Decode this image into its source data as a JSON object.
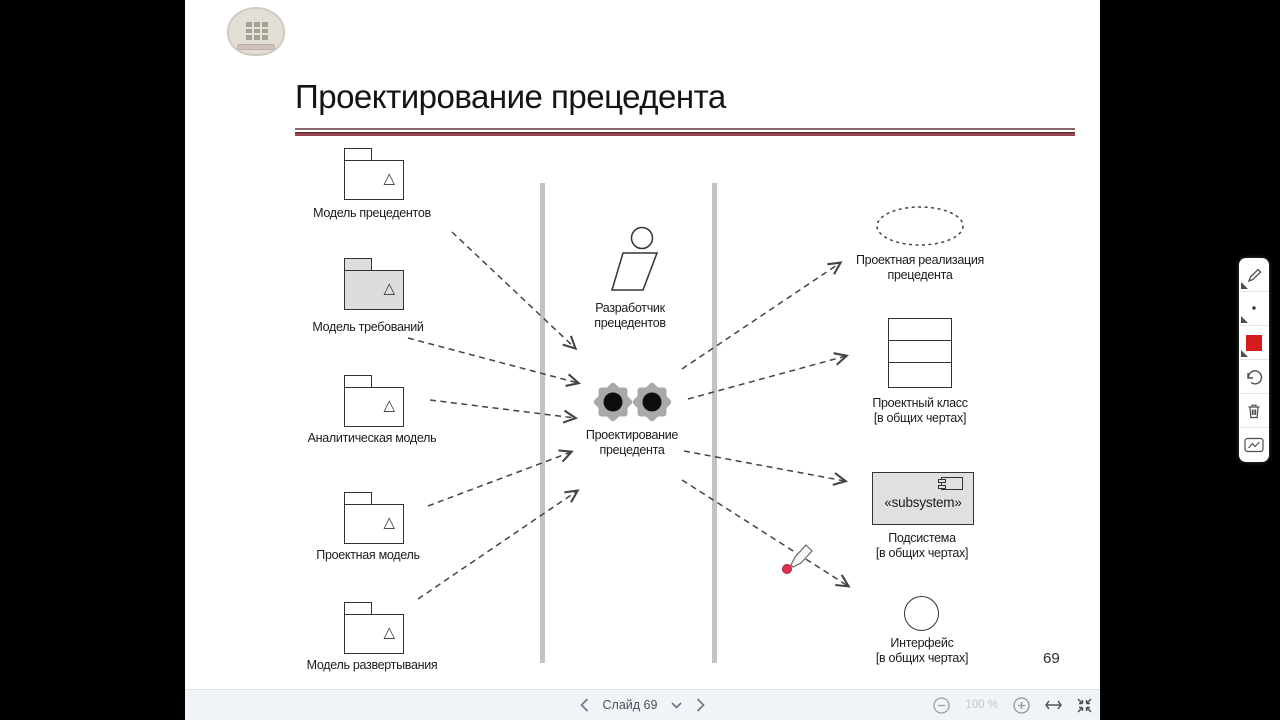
{
  "slide": {
    "title": "Проектирование прецедента",
    "page_number": "69",
    "delta_symbol": "△",
    "sources": [
      {
        "label": "Модель прецедентов",
        "filled": false
      },
      {
        "label": "Модель требований",
        "filled": true
      },
      {
        "label": "Аналитическая модель",
        "filled": false
      },
      {
        "label": "Проектная модель",
        "filled": false
      },
      {
        "label": "Модель развертывания",
        "filled": false
      }
    ],
    "worker": {
      "line1": "Разработчик",
      "line2": "прецедентов"
    },
    "activity": {
      "line1": "Проектирование",
      "line2": "прецедента"
    },
    "outputs": [
      {
        "shape": "dashed-ellipse",
        "line1": "Проектная реализация",
        "line2": "прецедента"
      },
      {
        "shape": "class-box",
        "line1": "Проектный класс",
        "line2": "[в общих чертах]"
      },
      {
        "shape": "subsystem-box",
        "stereotype": "«subsystem»",
        "line1": "Подсистема",
        "line2": "[в общих чертах]"
      },
      {
        "shape": "circle",
        "line1": "Интерфейс",
        "line2": "[в общих чертах]"
      }
    ]
  },
  "annotation_toolbar": {
    "tools": [
      "pen",
      "pen-size",
      "pen-color",
      "undo",
      "delete",
      "smooth-line"
    ],
    "pen_color": "#d51c1c"
  },
  "bottom_bar": {
    "slide_label": "Слайд 69",
    "zoom_value": "100 %"
  },
  "colors": {
    "accent_rule": "#96424c",
    "gear_gray": "#a9a9a9",
    "lane_gray": "#c3c3c3"
  }
}
